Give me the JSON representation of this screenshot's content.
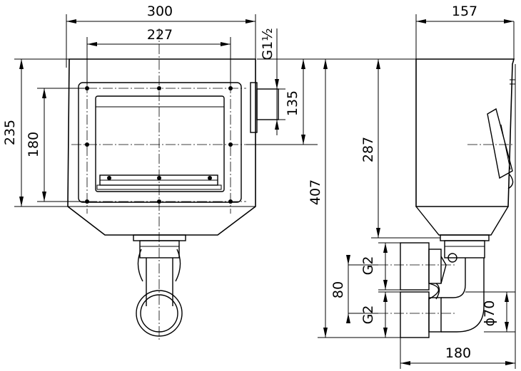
{
  "front_view": {
    "width_overall": "300",
    "width_bolt_pattern": "227",
    "height_overall": "235",
    "height_bolt_pattern": "180",
    "outlet_thread": "G1½",
    "outlet_height": "135"
  },
  "side_view": {
    "depth_top": "157",
    "height_total": "407",
    "height_to_pipe": "287",
    "pipe_thread_upper": "G2",
    "pipe_spacing": "80",
    "pipe_thread_lower": "G2",
    "pipe_diameter": "ϕ70",
    "base_width": "180"
  }
}
